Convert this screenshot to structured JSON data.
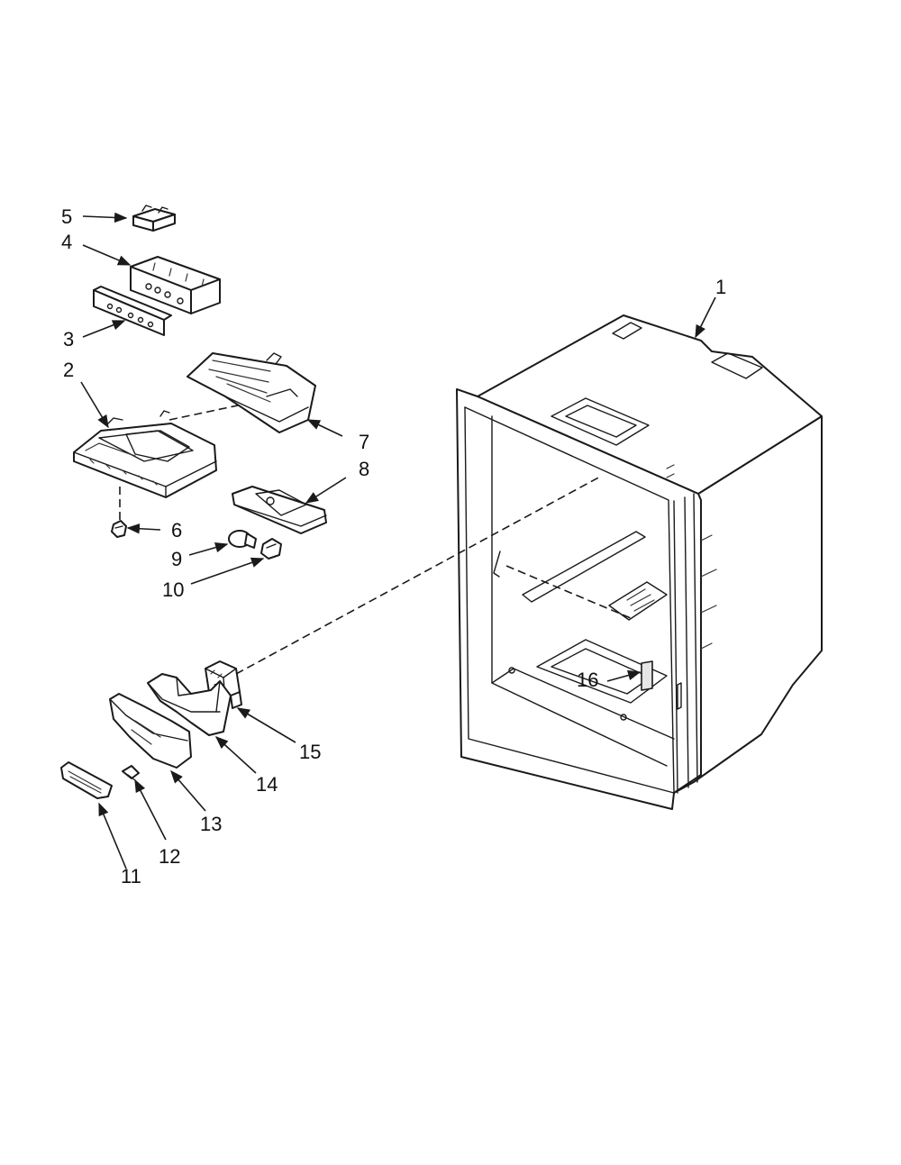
{
  "diagram": {
    "callouts": [
      {
        "id": "c1",
        "label": "1"
      },
      {
        "id": "c2",
        "label": "2"
      },
      {
        "id": "c3",
        "label": "3"
      },
      {
        "id": "c4",
        "label": "4"
      },
      {
        "id": "c5",
        "label": "5"
      },
      {
        "id": "c6",
        "label": "6"
      },
      {
        "id": "c7",
        "label": "7"
      },
      {
        "id": "c8",
        "label": "8"
      },
      {
        "id": "c9",
        "label": "9"
      },
      {
        "id": "c10",
        "label": "10"
      },
      {
        "id": "c11",
        "label": "11"
      },
      {
        "id": "c12",
        "label": "12"
      },
      {
        "id": "c13",
        "label": "13"
      },
      {
        "id": "c14",
        "label": "14"
      },
      {
        "id": "c15",
        "label": "15"
      },
      {
        "id": "c16",
        "label": "16"
      }
    ],
    "line_color": "#1a1a1a",
    "background": "#ffffff"
  }
}
